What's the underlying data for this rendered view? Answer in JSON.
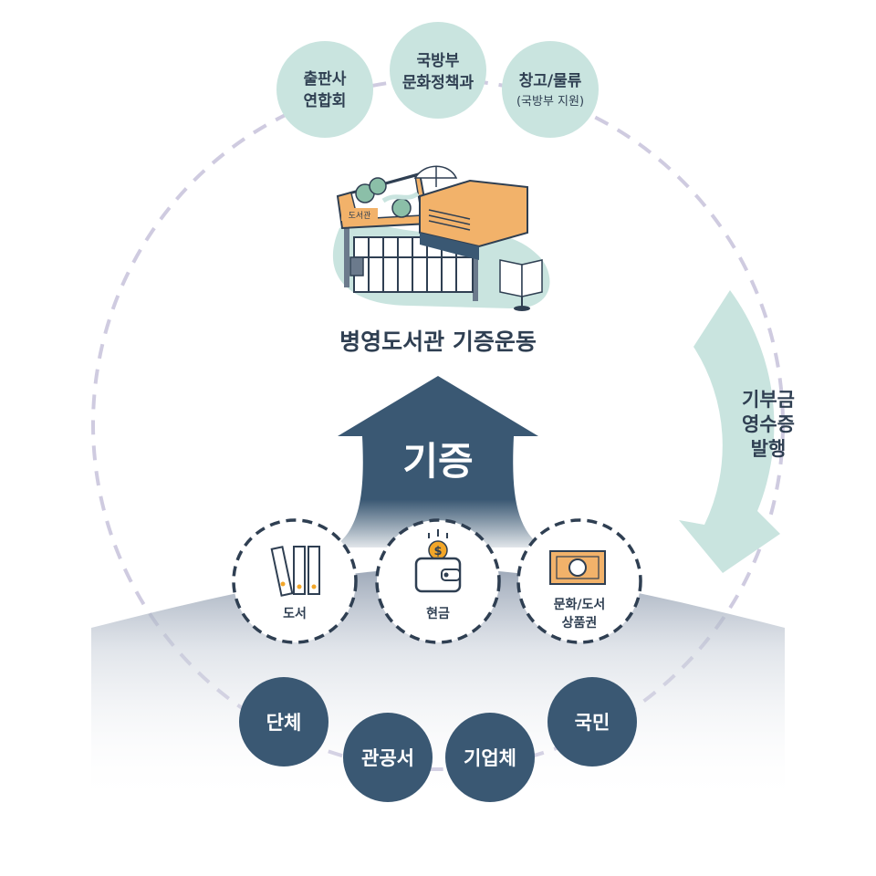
{
  "partners": [
    {
      "lines": [
        "출판사",
        "연합회"
      ],
      "sub": ""
    },
    {
      "lines": [
        "국방부",
        "문화정책과"
      ],
      "sub": ""
    },
    {
      "lines": [
        "창고/물류"
      ],
      "sub": "(국방부 지원)"
    }
  ],
  "library": {
    "sign": "도서관",
    "title": "병영도서관 기증운동"
  },
  "receipt": {
    "lines": [
      "기부금",
      "영수증",
      "발행"
    ]
  },
  "donation": {
    "arrow_label": "기증",
    "items": [
      {
        "lines": [
          "도서"
        ],
        "icon": "books-icon"
      },
      {
        "lines": [
          "현금"
        ],
        "icon": "wallet-icon"
      },
      {
        "lines": [
          "문화/도서",
          "상품권"
        ],
        "icon": "gift-certificate-icon"
      }
    ]
  },
  "donors": [
    {
      "label": "단체"
    },
    {
      "label": "관공서"
    },
    {
      "label": "기업체"
    },
    {
      "label": "국민"
    }
  ],
  "colors": {
    "navy": "#3a5873",
    "mint": "#c9e4df",
    "dash": "#cfcbe0",
    "orange": "#f2b26a",
    "text_dark": "#2f3f52"
  }
}
